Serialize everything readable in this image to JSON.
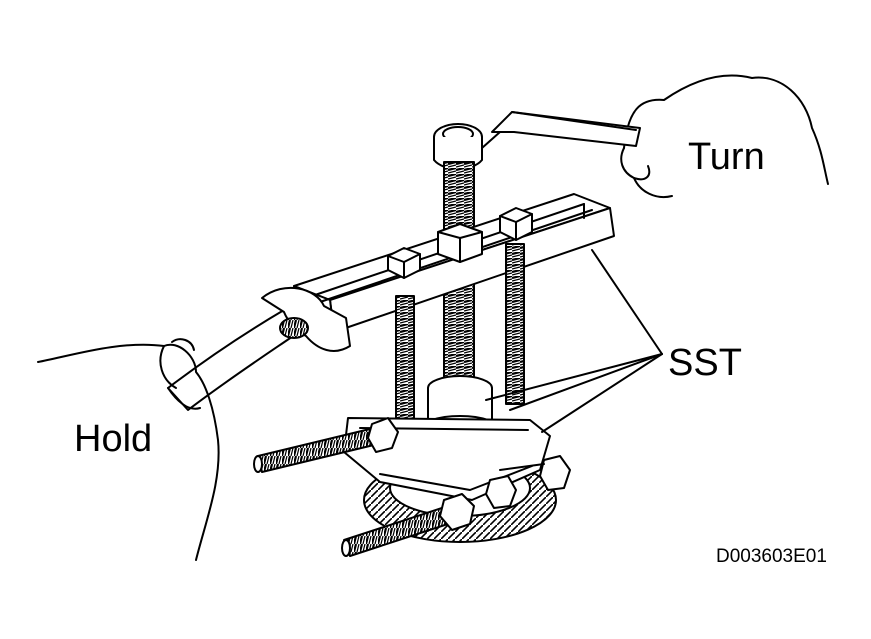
{
  "labels": {
    "turn": "Turn",
    "sst": "SST",
    "hold": "Hold",
    "figure_code": "D003603E01"
  },
  "colors": {
    "line": "#000000",
    "background": "#ffffff"
  }
}
